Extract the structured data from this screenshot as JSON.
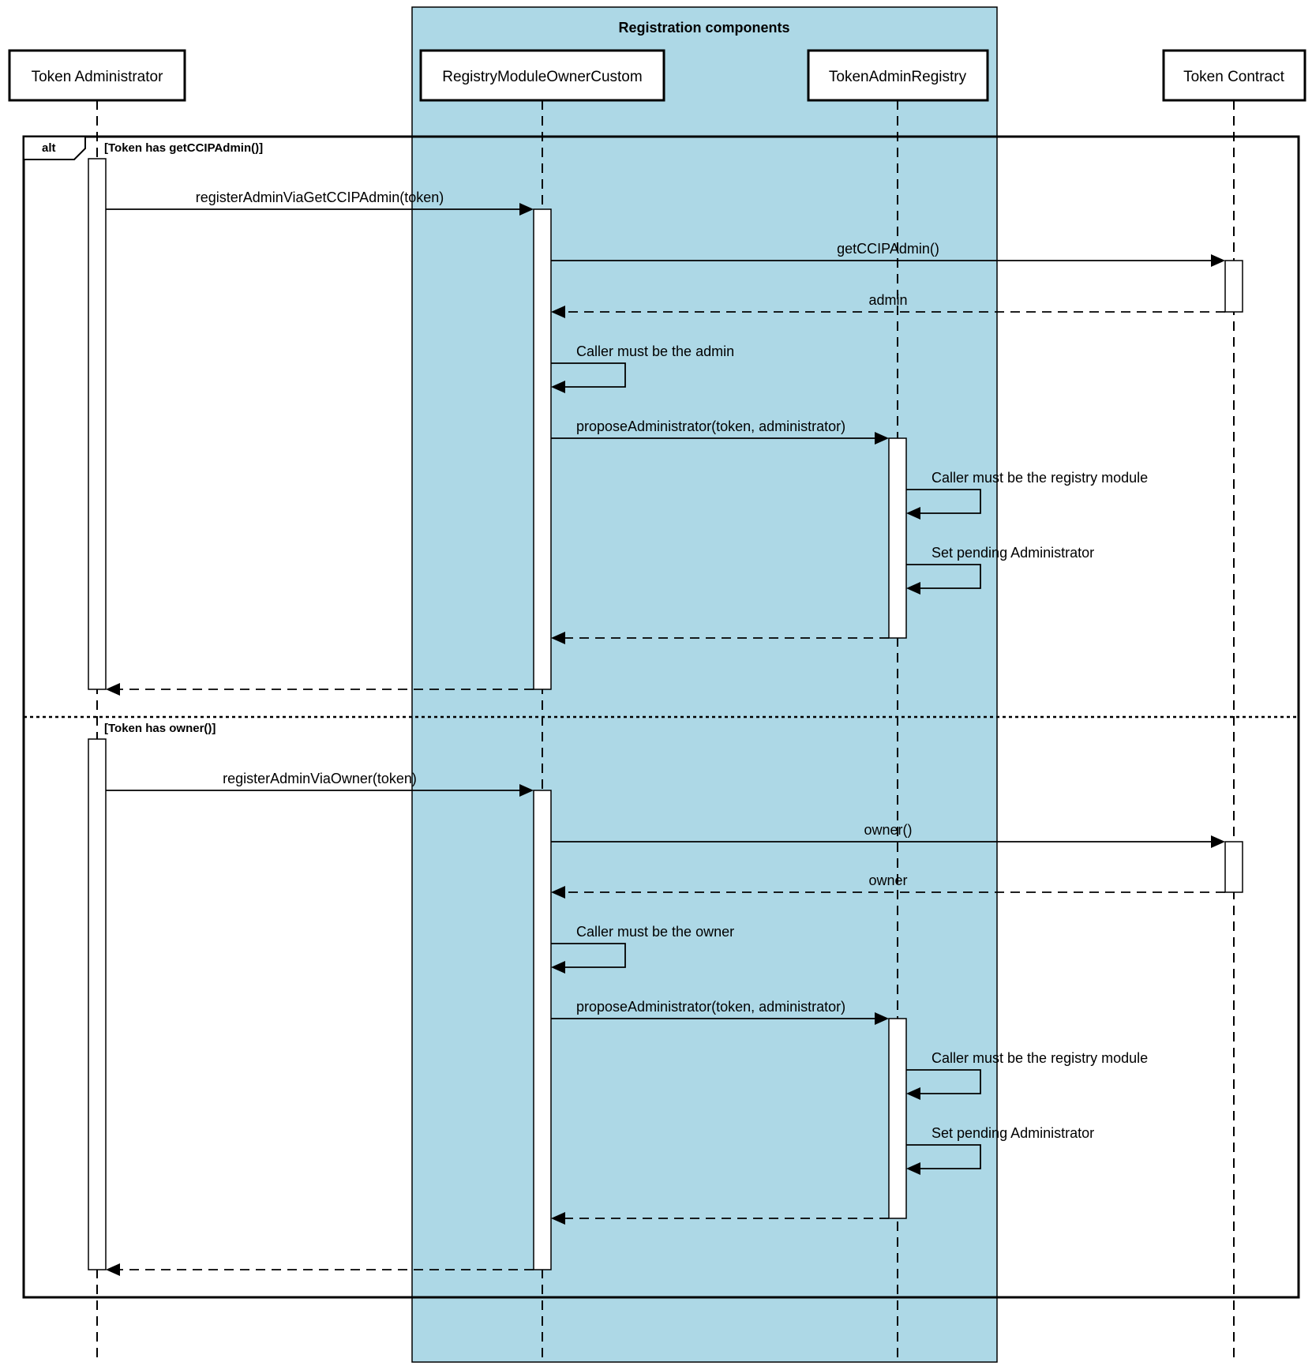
{
  "group": {
    "title": "Registration components",
    "color": "#add8e6"
  },
  "participants": [
    {
      "id": "admin",
      "label": "Token Administrator"
    },
    {
      "id": "rmoc",
      "label": "RegistryModuleOwnerCustom"
    },
    {
      "id": "tar",
      "label": "TokenAdminRegistry"
    },
    {
      "id": "tc",
      "label": "Token Contract"
    }
  ],
  "fragment": {
    "operator": "alt",
    "guards": [
      "[Token has getCCIPAdmin()]",
      "[Token has owner()]"
    ]
  },
  "messages": [
    {
      "from": "admin",
      "to": "rmoc",
      "label": "registerAdminViaGetCCIPAdmin(token)",
      "kind": "sync"
    },
    {
      "from": "rmoc",
      "to": "tc",
      "label": "getCCIPAdmin()",
      "kind": "sync"
    },
    {
      "from": "tc",
      "to": "rmoc",
      "label": "admin",
      "kind": "return"
    },
    {
      "from": "rmoc",
      "to": "rmoc",
      "label": "Caller must be the admin",
      "kind": "self"
    },
    {
      "from": "rmoc",
      "to": "tar",
      "label": "proposeAdministrator(token, administrator)",
      "kind": "sync"
    },
    {
      "from": "tar",
      "to": "tar",
      "label": "Caller must be the registry module",
      "kind": "self"
    },
    {
      "from": "tar",
      "to": "tar",
      "label": "Set pending Administrator",
      "kind": "self"
    },
    {
      "from": "tar",
      "to": "rmoc",
      "label": "",
      "kind": "return"
    },
    {
      "from": "rmoc",
      "to": "admin",
      "label": "",
      "kind": "return"
    },
    {
      "from": "admin",
      "to": "rmoc",
      "label": "registerAdminViaOwner(token)",
      "kind": "sync"
    },
    {
      "from": "rmoc",
      "to": "tc",
      "label": "owner()",
      "kind": "sync"
    },
    {
      "from": "tc",
      "to": "rmoc",
      "label": "owner",
      "kind": "return"
    },
    {
      "from": "rmoc",
      "to": "rmoc",
      "label": "Caller must be the owner",
      "kind": "self"
    },
    {
      "from": "rmoc",
      "to": "tar",
      "label": "proposeAdministrator(token, administrator)",
      "kind": "sync"
    },
    {
      "from": "tar",
      "to": "tar",
      "label": "Caller must be the registry module",
      "kind": "self"
    },
    {
      "from": "tar",
      "to": "tar",
      "label": "Set pending Administrator",
      "kind": "self"
    },
    {
      "from": "tar",
      "to": "rmoc",
      "label": "",
      "kind": "return"
    },
    {
      "from": "rmoc",
      "to": "admin",
      "label": "",
      "kind": "return"
    }
  ]
}
